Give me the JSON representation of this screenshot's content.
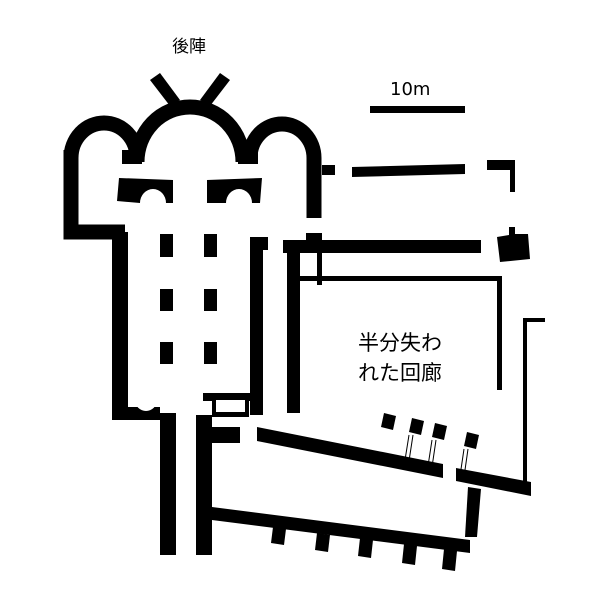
{
  "labels": {
    "apse": "後陣",
    "scale": "10m",
    "cloister_line1": "半分失わ",
    "cloister_line2": "れた回廊"
  },
  "colors": {
    "wall": "#000000",
    "background": "#ffffff"
  }
}
